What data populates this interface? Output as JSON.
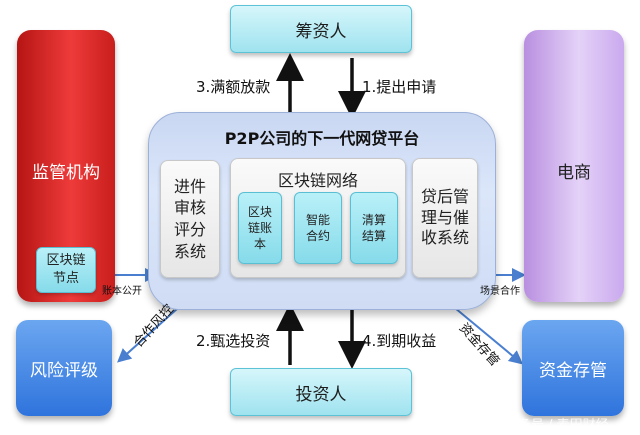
{
  "nodes": {
    "fundraiser": "筹资人",
    "investor": "投资人",
    "regulator": "监管机构",
    "ecommerce": "电商",
    "risk_rating": "风险评级",
    "fund_custody": "资金存管",
    "blockchain_node": "区块链节点",
    "platform_title": "P2P公司的下一代网贷平台",
    "credit_review": "进件审核评分系统",
    "blockchain_network": "区块链网络",
    "ledger": "区块链账本",
    "smart_contract": "智能合约",
    "settlement": "清算结算",
    "post_loan": "贷后管理与催收系统"
  },
  "arrows": {
    "full_loan": "3.满额放款",
    "apply": "1.提出申请",
    "select_invest": "2.甄选投资",
    "maturity_return": "4.到期收益",
    "ledger_public": "账本公开",
    "scenario_coop": "场景合作",
    "coop_risk": "合作风控",
    "fund_custody_link": "资金存管"
  },
  "watermark": "头条号 / 麦田财经"
}
